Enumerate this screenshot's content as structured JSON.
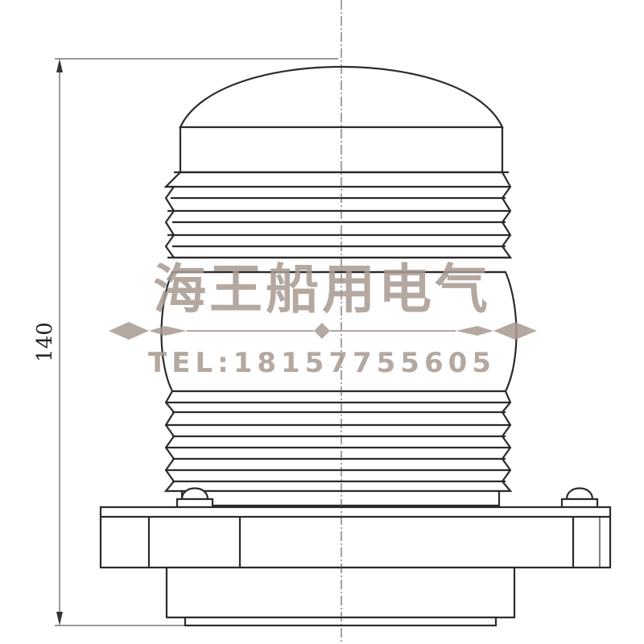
{
  "dimension": {
    "height_label": "140"
  },
  "watermark": {
    "company": "海王船用电气",
    "phone": "TEL:18157755605",
    "color": "#a89a90"
  }
}
